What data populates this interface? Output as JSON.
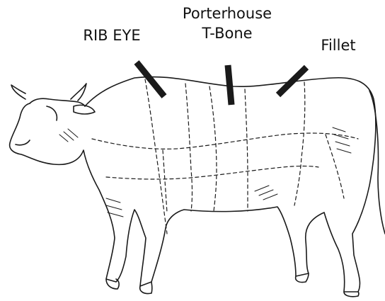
{
  "labels": {
    "rib_eye": "RIB EYE",
    "porterhouse_line1": "Porterhouse",
    "porterhouse_line2": "T-Bone",
    "fillet": "Fillet"
  },
  "colors": {
    "background": "#ffffff",
    "ink": "#111111",
    "pointer": "#1a1a1a"
  },
  "icons": {
    "illustration": "cow-outline-drawing"
  }
}
